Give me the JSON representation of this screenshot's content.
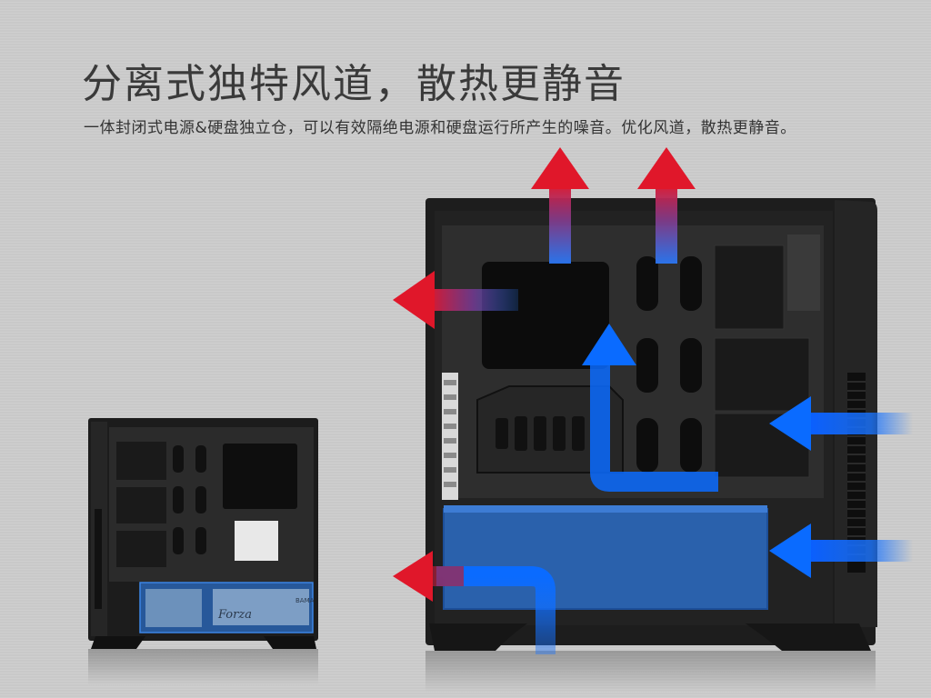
{
  "headline": "分离式独特风道，散热更静音",
  "description": "一体封闭式电源&硬盘独立仓，可以有效隔绝电源和硬盘运行所产生的噪音。优化风道，散热更静音。",
  "psu_brand": "Forza",
  "psu_small_label": "BAMA",
  "colors": {
    "exhaust": "#e0172a",
    "intake": "#1a74ff",
    "chamber": "#2b6cc4",
    "case": "#1d1d1d"
  }
}
